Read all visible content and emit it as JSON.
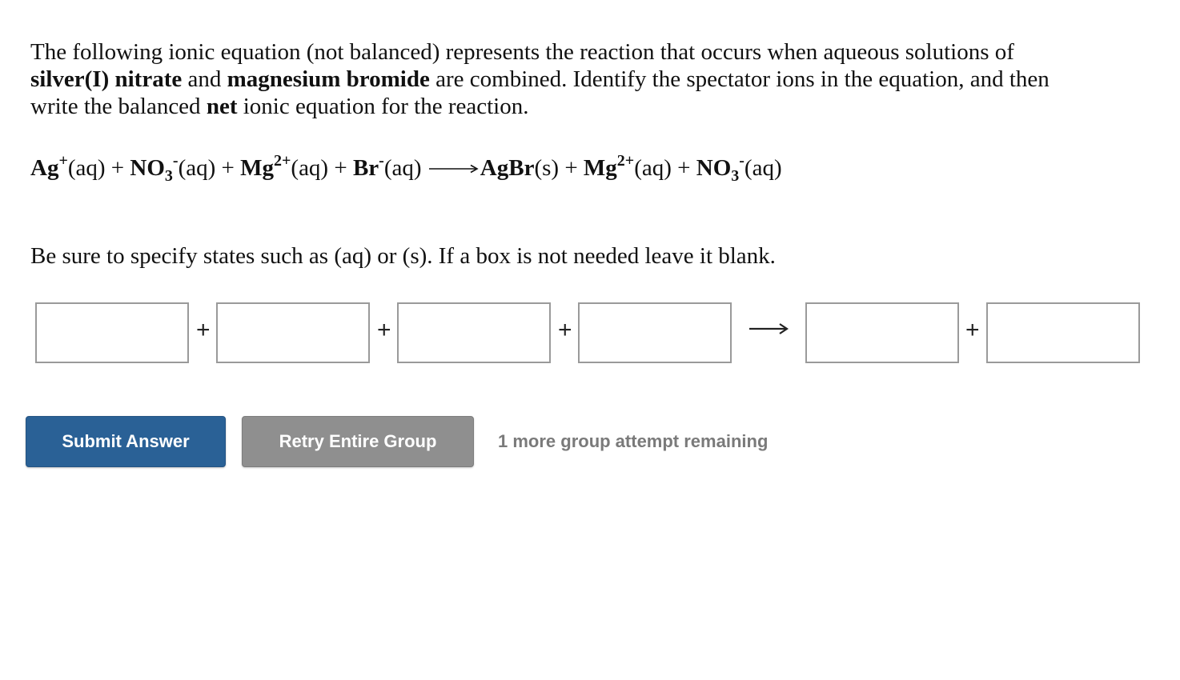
{
  "question": {
    "text1": "The following ionic equation (not balanced) represents the reaction that occurs when aqueous solutions of",
    "bold_silver": "silver(I) nitrate",
    "and": " and ",
    "bold_magnesium": "magnesium bromide",
    "text2": " are combined. Identify the spectator ions in the equation, and then",
    "text3": "write the balanced ",
    "bold_net": "net",
    "text4": " ionic equation for the reaction."
  },
  "equation": {
    "ag": "Ag",
    "ag_charge": "+",
    "aq": "(aq)",
    "plus": " + ",
    "no3": "NO",
    "no3_sub": "3",
    "no3_charge": "-",
    "mg": "Mg",
    "mg_charge": "2+",
    "br": "Br",
    "br_charge": "-",
    "agbr": "AgBr",
    "s": "(s)"
  },
  "instruction": "Be sure to specify states such as (aq) or (s). If a box is not needed leave it blank.",
  "answer": {
    "plus": "+",
    "boxes": [
      "",
      "",
      "",
      "",
      "",
      ""
    ]
  },
  "buttons": {
    "submit": "Submit Answer",
    "retry": "Retry Entire Group"
  },
  "attempts_text": "1 more group attempt remaining",
  "colors": {
    "submit_bg": "#2a6196",
    "retry_bg": "#8f8f8f",
    "attempts_text": "#7a7a7a",
    "box_border": "#9a9a9a"
  }
}
